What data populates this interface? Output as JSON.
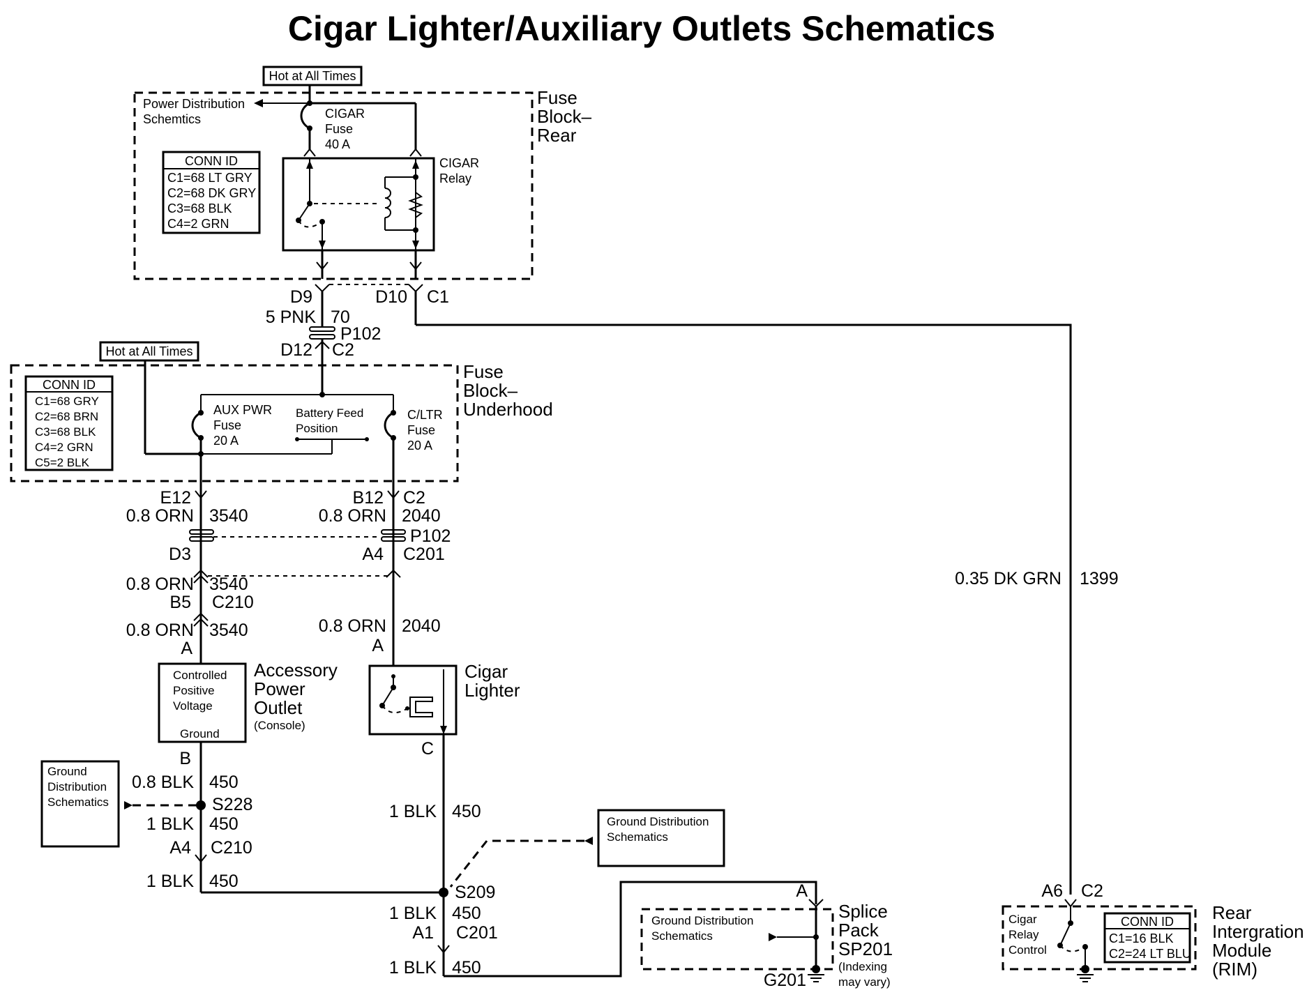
{
  "title": "Cigar Lighter/Auxiliary Outlets Schematics",
  "notes": {
    "hot_top": "Hot at All Times",
    "hot_mid": "Hot at All Times"
  },
  "fuse_block_rear": {
    "label_lines": [
      "Fuse",
      "Block–",
      "Rear"
    ],
    "power_dist": [
      "Power Distribution",
      "Schemtics"
    ],
    "fuse": [
      "CIGAR",
      "Fuse",
      "40 A"
    ],
    "relay": [
      "CIGAR",
      "Relay"
    ],
    "conn_title": "CONN ID",
    "conn_rows": [
      "C1=68 LT GRY",
      "C2=68 DK GRY",
      "C3=68 BLK",
      "C4=2 GRN"
    ]
  },
  "rear_terminals": {
    "d9": "D9",
    "d10": "D10",
    "c1": "C1",
    "wire_color": "5 PNK",
    "wire_num": "70",
    "p102": "P102",
    "d12": "D12",
    "c2": "C2"
  },
  "fuse_block_underhood": {
    "label_lines": [
      "Fuse",
      "Block–",
      "Underhood"
    ],
    "conn_title": "CONN ID",
    "conn_rows": [
      "C1=68 GRY",
      "C2=68 BRN",
      "C3=68 BLK",
      "C4=2 GRN",
      "C5=2 BLK"
    ],
    "aux_fuse": [
      "AUX PWR",
      "Fuse",
      "20 A"
    ],
    "battery_feed": [
      "Battery Feed",
      "Position"
    ],
    "cltr_fuse": [
      "C/LTR",
      "Fuse",
      "20 A"
    ]
  },
  "left_branch": {
    "e12": "E12",
    "color1": "0.8 ORN",
    "num1": "3540",
    "d3": "D3",
    "color2": "0.8 ORN",
    "num2": "3540",
    "b5": "B5",
    "c210": "C210",
    "color3": "0.8 ORN",
    "num3": "3540",
    "a": "A"
  },
  "right_branch": {
    "b12": "B12",
    "c2": "C2",
    "color1": "0.8 ORN",
    "num1": "2040",
    "p102": "P102",
    "a4": "A4",
    "c201": "C201",
    "color2": "0.8 ORN",
    "num2": "2040",
    "a": "A"
  },
  "accessory_outlet": {
    "inner": [
      "Controlled",
      "Positive",
      "Voltage"
    ],
    "ground": "Ground",
    "label_lines": [
      "Accessory",
      "Power",
      "Outlet"
    ],
    "sub": "(Console)"
  },
  "cigar_lighter": {
    "label_lines": [
      "Cigar",
      "Lighter"
    ],
    "c": "C"
  },
  "ground_left": {
    "b": "B",
    "color1": "0.8 BLK",
    "num1": "450",
    "gd": [
      "Ground",
      "Distribution",
      "Schematics"
    ],
    "s228": "S228",
    "color2": "1 BLK",
    "num2": "450",
    "a4": "A4",
    "c210": "C210",
    "color3": "1 BLK",
    "num3": "450"
  },
  "ground_center": {
    "color1": "1 BLK",
    "num1": "450",
    "gd": [
      "Ground Distribution",
      "Schematics"
    ],
    "s209": "S209",
    "color2": "1 BLK",
    "num2": "450",
    "a1": "A1",
    "c201": "C201",
    "color3": "1 BLK",
    "num3": "450"
  },
  "splice_pack": {
    "gd": [
      "Ground Distribution",
      "Schematics"
    ],
    "a": "A",
    "label_lines": [
      "Splice",
      "Pack",
      "SP201"
    ],
    "note": [
      "(Indexing",
      "may vary)"
    ],
    "g201": "G201"
  },
  "rim": {
    "wire_color": "0.35 DK GRN",
    "wire_num": "1399",
    "a6": "A6",
    "c2": "C2",
    "control": [
      "Cigar",
      "Relay",
      "Control"
    ],
    "conn_title": "CONN ID",
    "conn_rows": [
      "C1=16 BLK",
      "C2=24 LT BLU"
    ],
    "label_lines": [
      "Rear",
      "Intergration",
      "Module",
      "(RIM)"
    ]
  }
}
